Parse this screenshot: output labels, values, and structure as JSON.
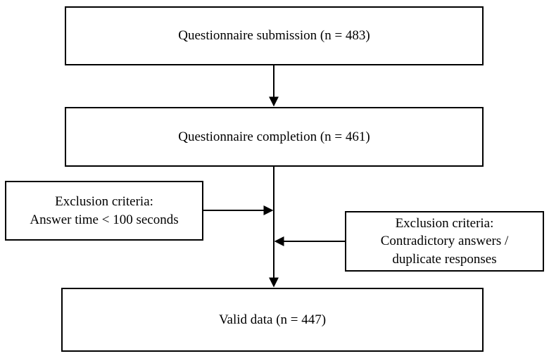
{
  "nodes": {
    "submission": "Questionnaire submission  (n = 483)",
    "completion": "Questionnaire completion (n = 461)",
    "exclusion_time": "Exclusion criteria:\nAnswer time < 100 seconds",
    "exclusion_contradictory": "Exclusion criteria:\nContradictory answers /\nduplicate responses",
    "valid": "Valid data  (n = 447)"
  },
  "colors": {
    "line": "#000000",
    "background": "#ffffff"
  }
}
